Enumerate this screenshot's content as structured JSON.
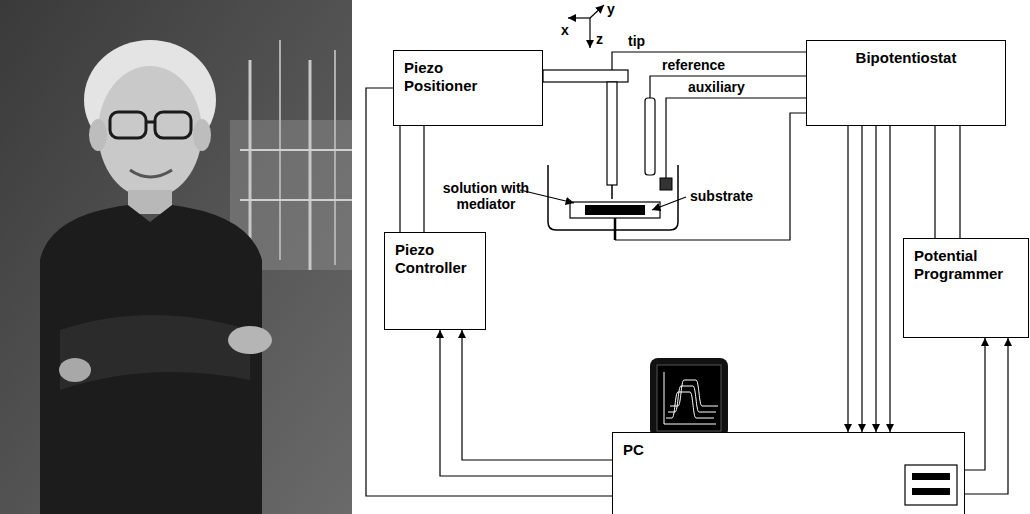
{
  "diagram": {
    "nodes": [
      {
        "text": [
          "Piezo Positioner"
        ]
      },
      {
        "text": [
          "Bipotentiostat"
        ]
      },
      {
        "text": [
          "Piezo Controller"
        ]
      },
      {
        "text": [
          "Potential Programmer"
        ]
      },
      {
        "text": [
          "PC"
        ]
      }
    ],
    "edges": [
      {
        "from": 2,
        "to": 0,
        "arrow": "none"
      },
      {
        "from": 2,
        "to": 0,
        "arrow": "none"
      },
      {
        "from": 4,
        "to": 2,
        "arrow": "to"
      },
      {
        "from": 4,
        "to": 2,
        "arrow": "to"
      },
      {
        "from": 4,
        "to": 0,
        "arrow": "none"
      },
      {
        "from": 1,
        "to": 4,
        "arrow": "to"
      },
      {
        "from": 1,
        "to": 4,
        "arrow": "to"
      },
      {
        "from": 1,
        "to": 4,
        "arrow": "to"
      },
      {
        "from": 1,
        "to": 4,
        "arrow": "to"
      },
      {
        "from": 1,
        "to": 3,
        "arrow": "none"
      },
      {
        "from": 1,
        "to": 3,
        "arrow": "none"
      },
      {
        "from": 4,
        "to": 3,
        "arrow": "to"
      },
      {
        "from": 4,
        "to": 3,
        "arrow": "to"
      }
    ],
    "labels": [
      "x",
      "y",
      "z",
      "tip",
      "reference",
      "auxiliary",
      "solution with mediator",
      "substrate"
    ]
  }
}
